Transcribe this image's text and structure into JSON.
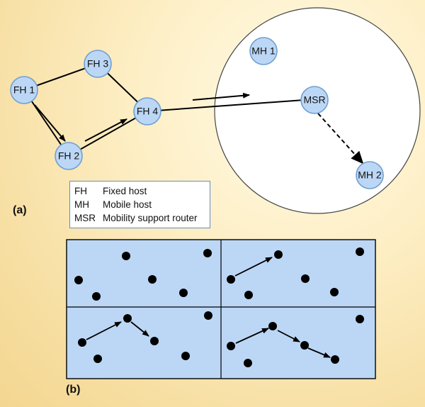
{
  "panel_a": {
    "label": "(a)",
    "nodes": {
      "fh1": "FH 1",
      "fh2": "FH 2",
      "fh3": "FH 3",
      "fh4": "FH 4",
      "msr": "MSR",
      "mh1": "MH 1",
      "mh2": "MH 2"
    },
    "legend": [
      {
        "abbr": "FH",
        "meaning": "Fixed host"
      },
      {
        "abbr": "MH",
        "meaning": "Mobile host"
      },
      {
        "abbr": "MSR",
        "meaning": "Mobility support router"
      }
    ]
  },
  "panel_b": {
    "label": "(b)"
  },
  "colors": {
    "node_fill": "#bcd7f5",
    "node_stroke": "#6f9fd3",
    "grid_fill": "#bcd7f5",
    "background": "#f7dfa3"
  }
}
